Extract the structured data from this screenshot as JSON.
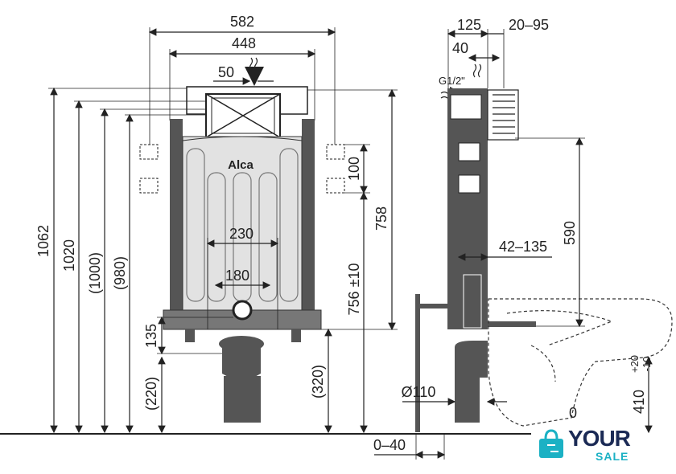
{
  "brand": {
    "product_logo": "Alca",
    "watermark_line1": "YOUR",
    "watermark_line2": "SALE"
  },
  "front_view": {
    "widths": {
      "outer": "582",
      "inner": "448",
      "flush_offset": "50",
      "outlet_outer": "230",
      "outlet_inner": "180"
    },
    "heights": {
      "h1": "1062",
      "h2": "1020",
      "h3": "(1000)",
      "h4": "(980)",
      "h5": "758",
      "h6": "100",
      "h7": "756 ±10",
      "h8": "135",
      "h9": "(220)",
      "h10": "(320)"
    }
  },
  "side_view": {
    "depths": {
      "d1": "125",
      "d2": "20–95",
      "d3": "40",
      "pipe_thread": "G1/2\"",
      "d4": "42–135",
      "h_590": "590",
      "pipe_diameter": "Ø110",
      "floor_offset": "0–40",
      "bowl_height_base": "410",
      "bowl_tol_plus": "+20",
      "bowl_tol_minus": "-10",
      "zero_mark": "0"
    }
  }
}
